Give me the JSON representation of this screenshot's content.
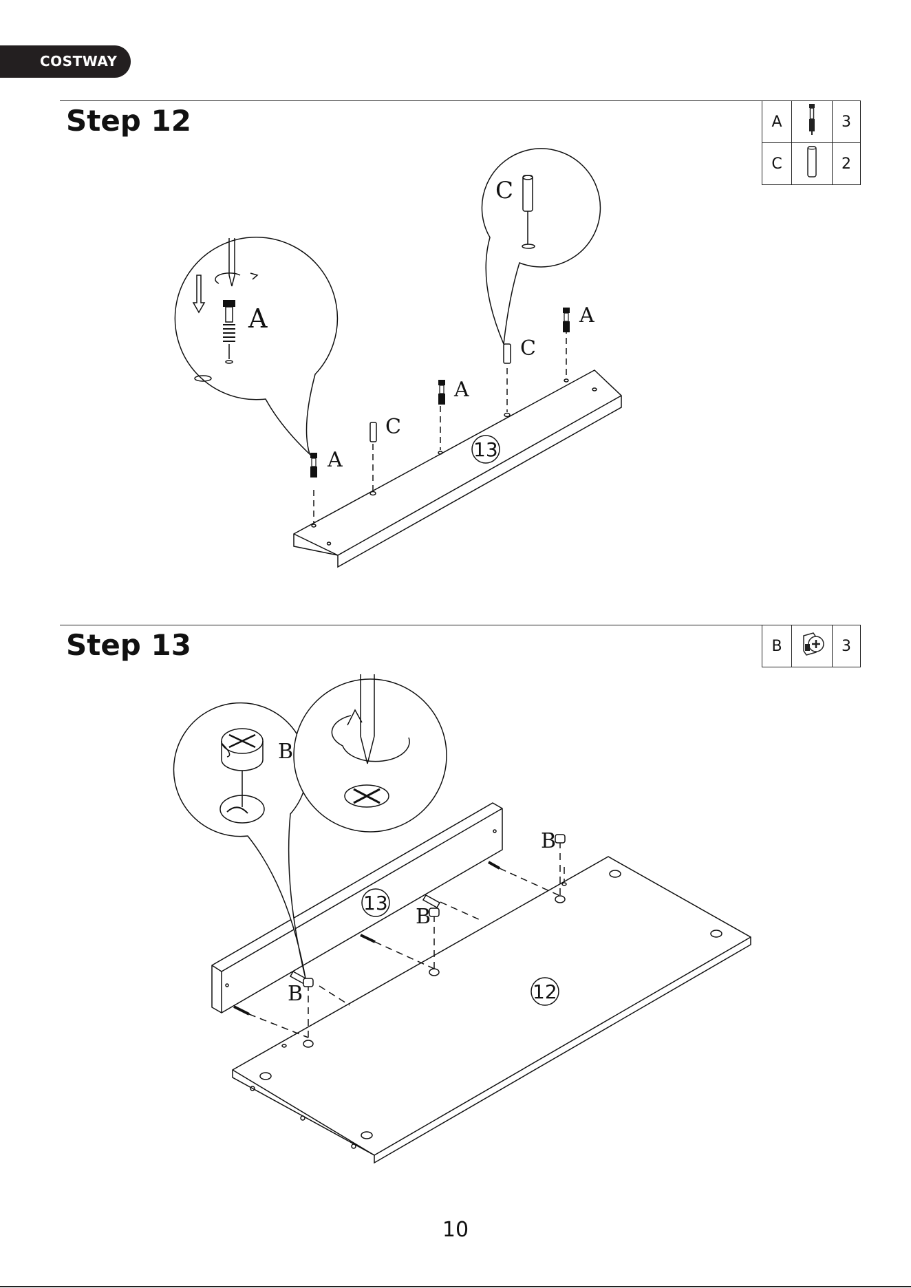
{
  "brand": {
    "name": "COSTWAY"
  },
  "page_number": "10",
  "steps": [
    {
      "title": "Step 12",
      "parts": [
        {
          "letter": "A",
          "icon": "cam-bolt-icon",
          "qty": "3"
        },
        {
          "letter": "C",
          "icon": "wooden-dowel-icon",
          "qty": "2"
        }
      ],
      "callouts": {
        "bolt": "A",
        "dowel": "C"
      },
      "panel_label": "13",
      "part_labels": [
        "A",
        "C",
        "A",
        "C",
        "A"
      ]
    },
    {
      "title": "Step 13",
      "parts": [
        {
          "letter": "B",
          "icon": "cam-lock-icon",
          "qty": "3"
        }
      ],
      "callouts": {
        "cam": "B"
      },
      "panel_labels": [
        "13",
        "12"
      ],
      "part_labels": [
        "B",
        "B",
        "B"
      ]
    }
  ],
  "colors": {
    "ink": "#111111",
    "brand_bg": "#231f20"
  }
}
